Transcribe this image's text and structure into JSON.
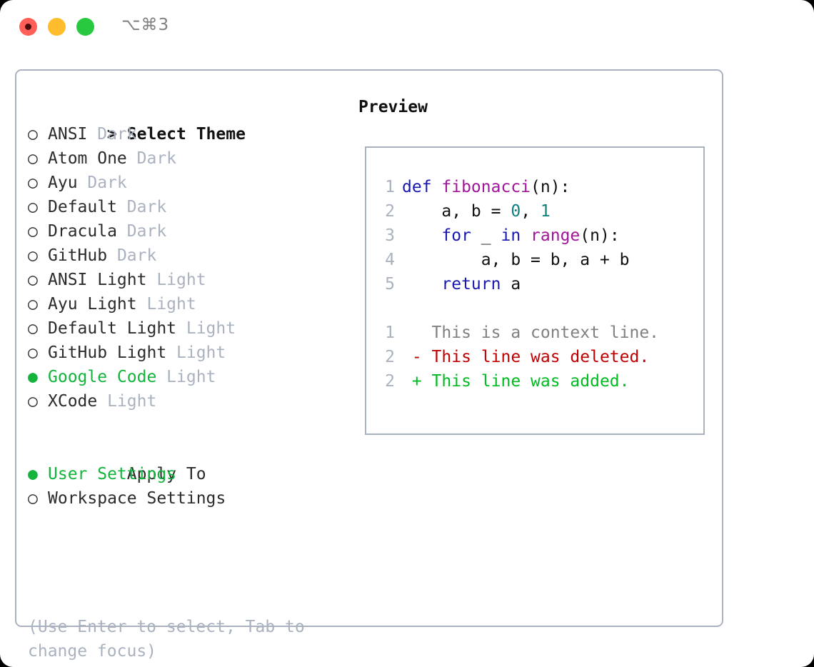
{
  "titlebar": {
    "shortcut": "⌥⌘3",
    "buttons": [
      {
        "name": "close",
        "color": "#ff5f57"
      },
      {
        "name": "minimize",
        "color": "#ffbd2e"
      },
      {
        "name": "maximize",
        "color": "#28c93f"
      }
    ]
  },
  "theme_list": {
    "header_marker": ">",
    "header": "Select Theme",
    "unselected_marker": "○",
    "selected_marker": "●",
    "items": [
      {
        "label": "ANSI",
        "variant": "Dark",
        "selected": false
      },
      {
        "label": "Atom One",
        "variant": "Dark",
        "selected": false
      },
      {
        "label": "Ayu",
        "variant": "Dark",
        "selected": false
      },
      {
        "label": "Default",
        "variant": "Dark",
        "selected": false
      },
      {
        "label": "Dracula",
        "variant": "Dark",
        "selected": false
      },
      {
        "label": "GitHub",
        "variant": "Dark",
        "selected": false
      },
      {
        "label": "ANSI Light",
        "variant": "Light",
        "selected": false
      },
      {
        "label": "Ayu Light",
        "variant": "Light",
        "selected": false
      },
      {
        "label": "Default Light",
        "variant": "Light",
        "selected": false
      },
      {
        "label": "GitHub Light",
        "variant": "Light",
        "selected": false
      },
      {
        "label": "Google Code",
        "variant": "Light",
        "selected": true
      },
      {
        "label": "XCode",
        "variant": "Light",
        "selected": false
      }
    ]
  },
  "apply_to": {
    "header": "Apply To",
    "items": [
      {
        "label": "User Settings",
        "selected": true
      },
      {
        "label": "Workspace Settings",
        "selected": false
      }
    ]
  },
  "hint": "(Use Enter to select, Tab to change focus)",
  "preview": {
    "title": "Preview",
    "code_lines": [
      {
        "ln": "1",
        "tokens": [
          {
            "t": "def ",
            "c": "kw"
          },
          {
            "t": "fibonacci",
            "c": "fn"
          },
          {
            "t": "(n):",
            "c": "plain"
          }
        ]
      },
      {
        "ln": "2",
        "tokens": [
          {
            "t": "    a, b = ",
            "c": "plain"
          },
          {
            "t": "0",
            "c": "num"
          },
          {
            "t": ", ",
            "c": "plain"
          },
          {
            "t": "1",
            "c": "num"
          }
        ]
      },
      {
        "ln": "3",
        "tokens": [
          {
            "t": "    ",
            "c": "plain"
          },
          {
            "t": "for",
            "c": "kw"
          },
          {
            "t": " _ ",
            "c": "plain"
          },
          {
            "t": "in",
            "c": "kw"
          },
          {
            "t": " ",
            "c": "plain"
          },
          {
            "t": "range",
            "c": "fn"
          },
          {
            "t": "(n):",
            "c": "plain"
          }
        ]
      },
      {
        "ln": "4",
        "tokens": [
          {
            "t": "        a, b = b, a + b",
            "c": "plain"
          }
        ]
      },
      {
        "ln": "5",
        "tokens": [
          {
            "t": "    ",
            "c": "plain"
          },
          {
            "t": "return",
            "c": "kw"
          },
          {
            "t": " a",
            "c": "plain"
          }
        ]
      },
      {
        "ln": "",
        "tokens": [
          {
            "t": " ",
            "c": "plain"
          }
        ]
      },
      {
        "ln": "1",
        "tokens": [
          {
            "t": "   This is a context line.",
            "c": "ctx"
          }
        ]
      },
      {
        "ln": "2",
        "tokens": [
          {
            "t": " - This line was deleted.",
            "c": "del"
          }
        ]
      },
      {
        "ln": "2",
        "tokens": [
          {
            "t": " + This line was added.",
            "c": "add"
          }
        ]
      }
    ]
  },
  "colors": {
    "accent_green": "#13b33c",
    "border": "#aab2c0",
    "muted": "#aab2c0",
    "keyword": "#1818b0",
    "function": "#a0159a",
    "number": "#0d8080",
    "diff_context": "#808080",
    "diff_deleted": "#c00000",
    "diff_added": "#00bb22"
  }
}
